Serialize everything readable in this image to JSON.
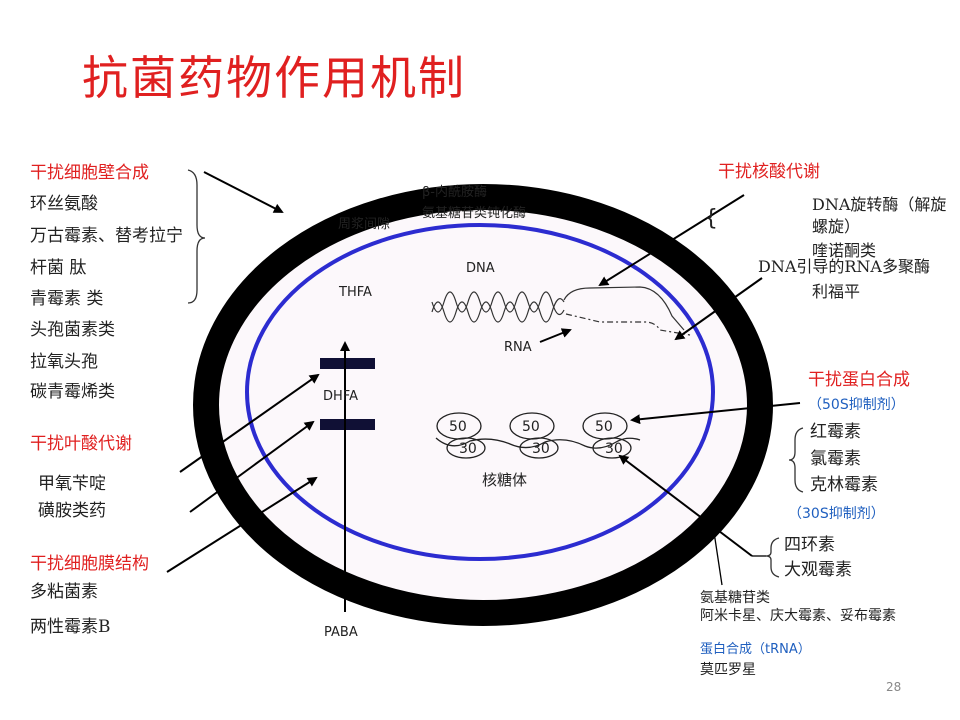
{
  "title": "抗菌药物作用机制",
  "page_number": "28",
  "colors": {
    "red": "#e02020",
    "blue": "#1f5fbf",
    "membrane": "#2c2cd0",
    "cell_fill": "#fcf8fb",
    "black": "#000000"
  },
  "left": {
    "cell_wall": {
      "heading": "干扰细胞壁合成",
      "items": [
        "环丝氨酸",
        "万古霉素、替考拉宁",
        "杆菌 肽",
        "青霉素 类",
        "头孢菌素类",
        "拉氧头孢",
        "碳青霉烯类"
      ]
    },
    "folate": {
      "heading": "干扰叶酸代谢",
      "items": [
        "甲氧苄啶",
        "磺胺类药"
      ]
    },
    "membrane": {
      "heading": "干扰细胞膜结构",
      "items": [
        "多粘菌素",
        "两性霉素B"
      ]
    }
  },
  "right": {
    "nucleic": {
      "heading": "干扰核酸代谢",
      "items": [
        "DNA旋转酶（解旋",
        "螺旋）",
        "喹诺酮类",
        "DNA引导的RNA多聚酶",
        "利福平"
      ]
    },
    "protein": {
      "heading": "干扰蛋白合成",
      "sub_50s": "（50S抑制剂）",
      "items_50s": [
        "红霉素",
        "氯霉素",
        "克林霉素"
      ],
      "sub_30s": "（30S抑制剂）",
      "items_30s": [
        "四环素",
        "大观霉素"
      ],
      "aminoglycoside_title": "氨基糖苷类",
      "aminoglycoside_items": "阿米卡星、庆大霉素、妥布霉素",
      "trna_label": "蛋白合成（tRNA）",
      "trna_drug": "莫匹罗星"
    }
  },
  "cell": {
    "periplasm": "周浆间隙",
    "enzyme_1": "β-内酰胺酶",
    "enzyme_2": "氨基糖苷类钝化酶",
    "dna": "DNA",
    "rna": "RNA",
    "thfa": "THFA",
    "dhfa": "DHFA",
    "paba": "PABA",
    "ribosome": "核糖体",
    "ribosome_50": "50",
    "ribosome_30": "30"
  }
}
